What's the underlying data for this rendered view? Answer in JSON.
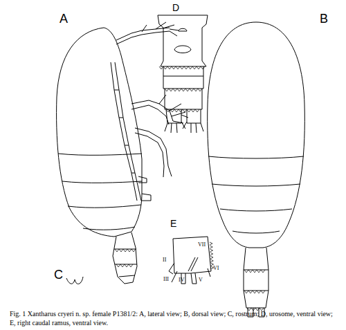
{
  "diagram": {
    "caption": "Fig. 1 Xantharus cryeri n. sp. female P1381/2: A, lateral view; B, dorsal view; C, rostrum; D, urosome, ventral view; E, right caudal ramus, ventral view.",
    "labels": [
      "A",
      "B",
      "C",
      "D",
      "E",
      "II",
      "III",
      "IV",
      "V",
      "VI",
      "VII"
    ]
  }
}
